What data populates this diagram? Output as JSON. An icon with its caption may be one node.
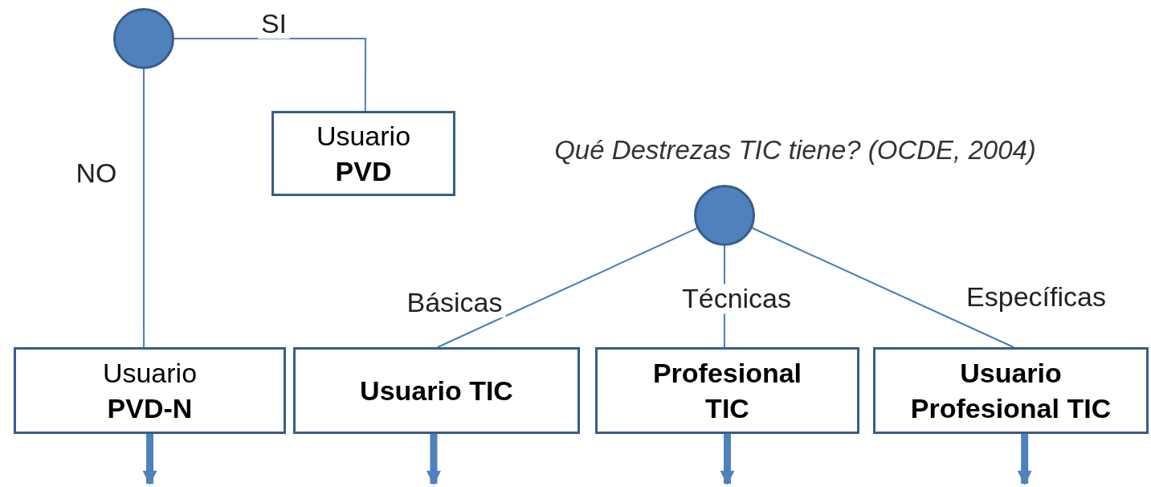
{
  "diagram": {
    "nodes": [
      {
        "text": [],
        "shape": "circle"
      },
      {
        "text": [
          "Usuario **PVD**"
        ]
      },
      {
        "text": [
          "Usuario **PVD-N**"
        ]
      },
      {
        "text": [],
        "shape": "circle"
      },
      {
        "text": [
          "Usuario TIC"
        ]
      },
      {
        "text": [
          "Profesional TIC"
        ]
      },
      {
        "text": [
          "Usuario Profesional TIC"
        ]
      }
    ],
    "edges": [
      {
        "from": 0,
        "to": 1,
        "arrow": "none",
        "label": "SI"
      },
      {
        "from": 0,
        "to": 2,
        "arrow": "none",
        "label": "NO"
      },
      {
        "from": 3,
        "to": 4,
        "arrow": "none",
        "label": "Básicas"
      },
      {
        "from": 3,
        "to": 5,
        "arrow": "none",
        "label": "Técnicas"
      },
      {
        "from": 3,
        "to": 6,
        "arrow": "none",
        "label": "Específicas"
      },
      {
        "from": 2,
        "to": null,
        "arrow": "to",
        "style": "thick",
        "color": "#4f81bd"
      },
      {
        "from": 4,
        "to": null,
        "arrow": "to",
        "style": "thick",
        "color": "#4f81bd"
      },
      {
        "from": 5,
        "to": null,
        "arrow": "to",
        "style": "thick",
        "color": "#4f81bd"
      },
      {
        "from": 6,
        "to": null,
        "arrow": "to",
        "style": "thick",
        "color": "#4f81bd"
      }
    ],
    "labels": [
      "Qué Destrezas TIC tiene? (OCDE, 2004)"
    ]
  }
}
